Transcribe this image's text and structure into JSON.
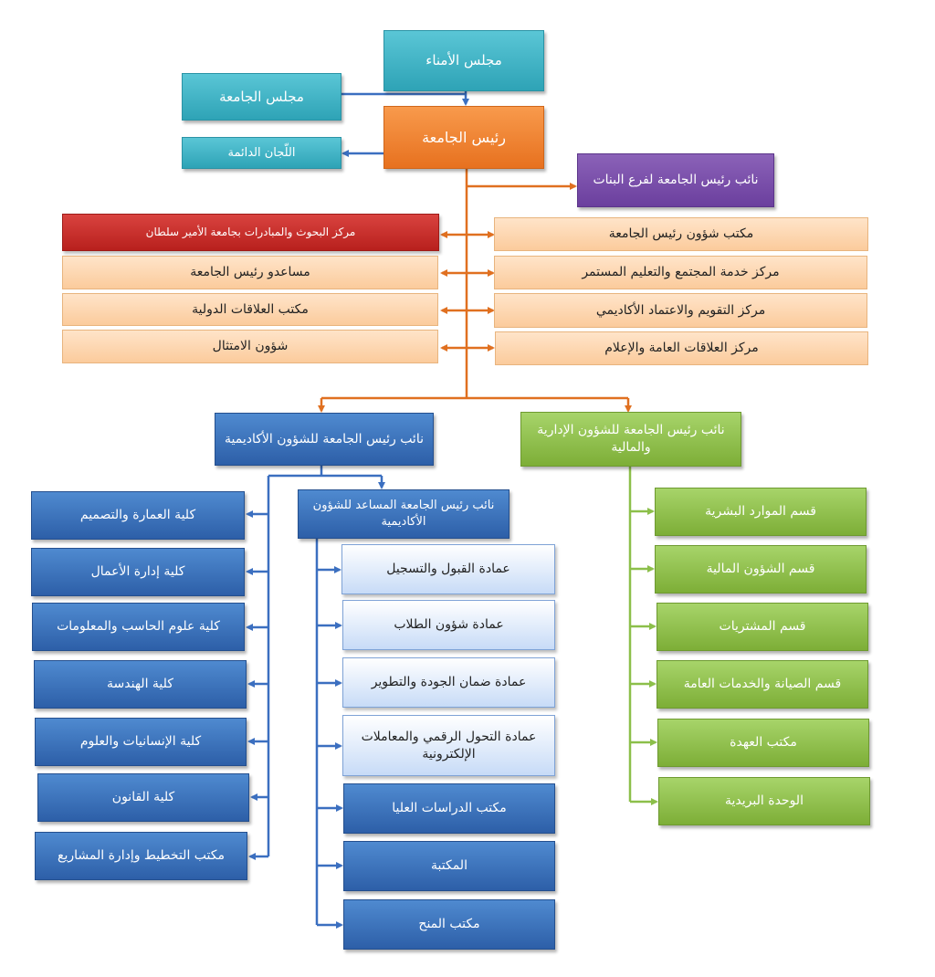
{
  "colors": {
    "top_teal": "#3bb3c6",
    "president_orange": "#ee7d2e",
    "women_branch_purple": "#7a4fa8",
    "office_peach": "#fdd6b0",
    "research_red": "#c42b27",
    "academic_blue": "#3a6fba",
    "academic_units_light_blue": "#dbe7fa",
    "admin_green": "#8cbf4a",
    "line_orange": "#e07020",
    "line_blue": "#3b6fc0",
    "line_green": "#8cbf4a"
  },
  "top": {
    "trustees": "مجلس الأمناء",
    "university_council": "مجلس الجامعة",
    "president": "رئيس الجامعة",
    "standing_committees": "اللّجان الدائمة",
    "women_branch_vp": "نائب رئيس الجامعة لفرع البنات"
  },
  "right_offices": [
    "مكتب شؤون رئيس الجامعة",
    "مركز خدمة المجتمع والتعليم المستمر",
    "مركز التقويم والاعتماد الأكاديمي",
    "مركز العلاقات العامة والإعلام"
  ],
  "left_offices": [
    "مركز البحوث والمبادرات بجامعة الأمير سلطان",
    "مساعدو رئيس الجامعة",
    "مكتب العلاقات الدولية",
    "شؤون الامتثال"
  ],
  "academic": {
    "vp": "نائب رئيس الجامعة للشؤون الأكاديمية",
    "assistant_vp": "نائب رئيس الجامعة المساعد للشؤون الأكاديمية",
    "colleges": [
      "كلية العمارة والتصميم",
      "كلية إدارة الأعمال",
      "كلية علوم الحاسب والمعلومات",
      "كلية الهندسة",
      "كلية الإنسانيات والعلوم",
      "كلية القانون",
      "مكتب التخطيط وإدارة المشاريع"
    ],
    "units": [
      "عمادة القبول والتسجيل",
      "عمادة شؤون الطلاب",
      "عمادة ضمان الجودة والتطوير",
      "عمادة التحول الرقمي والمعاملات الإلكترونية",
      "مكتب الدراسات العليا",
      "المكتبة",
      "مكتب المنح"
    ]
  },
  "admin": {
    "vp": "نائب رئيس الجامعة للشؤون الإدارية والمالية",
    "departments": [
      "قسم الموارد البشرية",
      "قسم الشؤون المالية",
      "قسم المشتريات",
      "قسم الصيانة والخدمات العامة",
      "مكتب العهدة",
      "الوحدة البريدية"
    ]
  }
}
